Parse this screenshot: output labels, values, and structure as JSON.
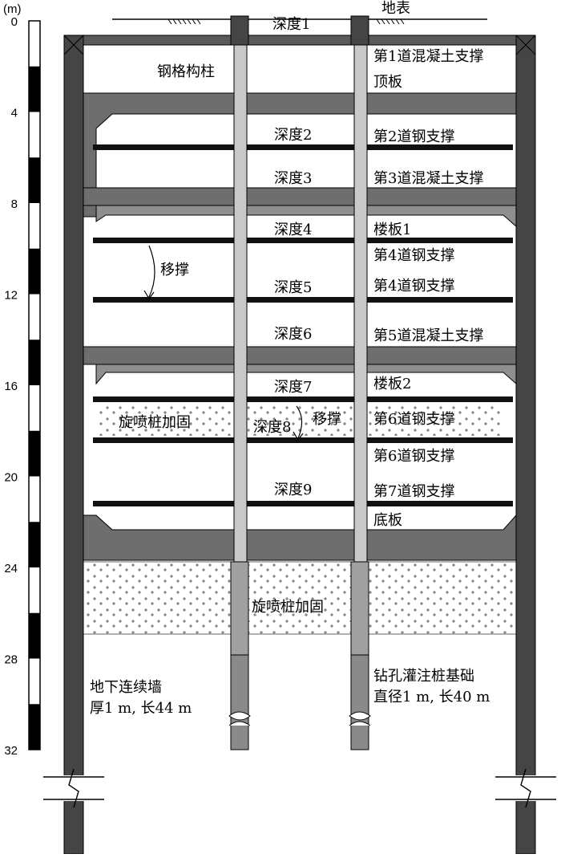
{
  "colors": {
    "wall": "#454545",
    "slab": "#6e6e6e",
    "pile": "#8a8a8a",
    "column": "#c9c9c9",
    "strut": "#111111",
    "background": "#ffffff"
  },
  "scale": {
    "unit": "(m)",
    "ticks": [
      "0",
      "4",
      "8",
      "12",
      "16",
      "20",
      "24",
      "28",
      "32"
    ]
  },
  "surface_label": "地表",
  "depth_labels": [
    "深度1",
    "深度2",
    "深度3",
    "深度4",
    "深度5",
    "深度6",
    "深度7",
    "深度8",
    "深度9"
  ],
  "right_labels": [
    "第1道混凝土支撑",
    "顶板",
    "第2道钢支撑",
    "第3道混凝土支撑",
    "楼板1",
    "第4道钢支撑",
    "第4道钢支撑",
    "第5道混凝土支撑",
    "楼板2",
    "第6道钢支撑",
    "第6道钢支撑",
    "第7道钢支撑",
    "底板"
  ],
  "column_label": "钢格构柱",
  "move_strut_label": "移撑",
  "jet_grout_label": "旋喷桩加固",
  "wall_label": {
    "line1": "地下连续墙",
    "line2": "厚1 m, 长44 m"
  },
  "pile_label": {
    "line1": "钻孔灌注桩基础",
    "line2": "直径1 m, 长40 m"
  }
}
